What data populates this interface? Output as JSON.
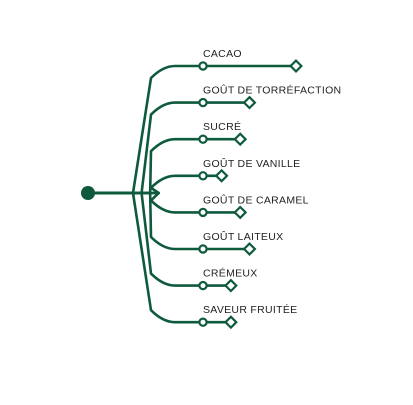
{
  "colors": {
    "line": "#0e5a3d",
    "background": "#ffffff"
  },
  "chart_data": {
    "type": "bar",
    "title": "",
    "categories": [
      "CACAO",
      "GOÛT DE TORRÉFACTION",
      "SUCRÉ",
      "GOÛT DE VANILLE",
      "GOÛT DE CARAMEL",
      "GOÛT LAITEUX",
      "CRÉMEUX",
      "SAVEUR FRUITÉE"
    ],
    "values": [
      5,
      2.5,
      2,
      1,
      2,
      2.5,
      1.5,
      1.5
    ],
    "xlim": [
      0,
      5
    ],
    "grid": false,
    "legend": "none"
  }
}
